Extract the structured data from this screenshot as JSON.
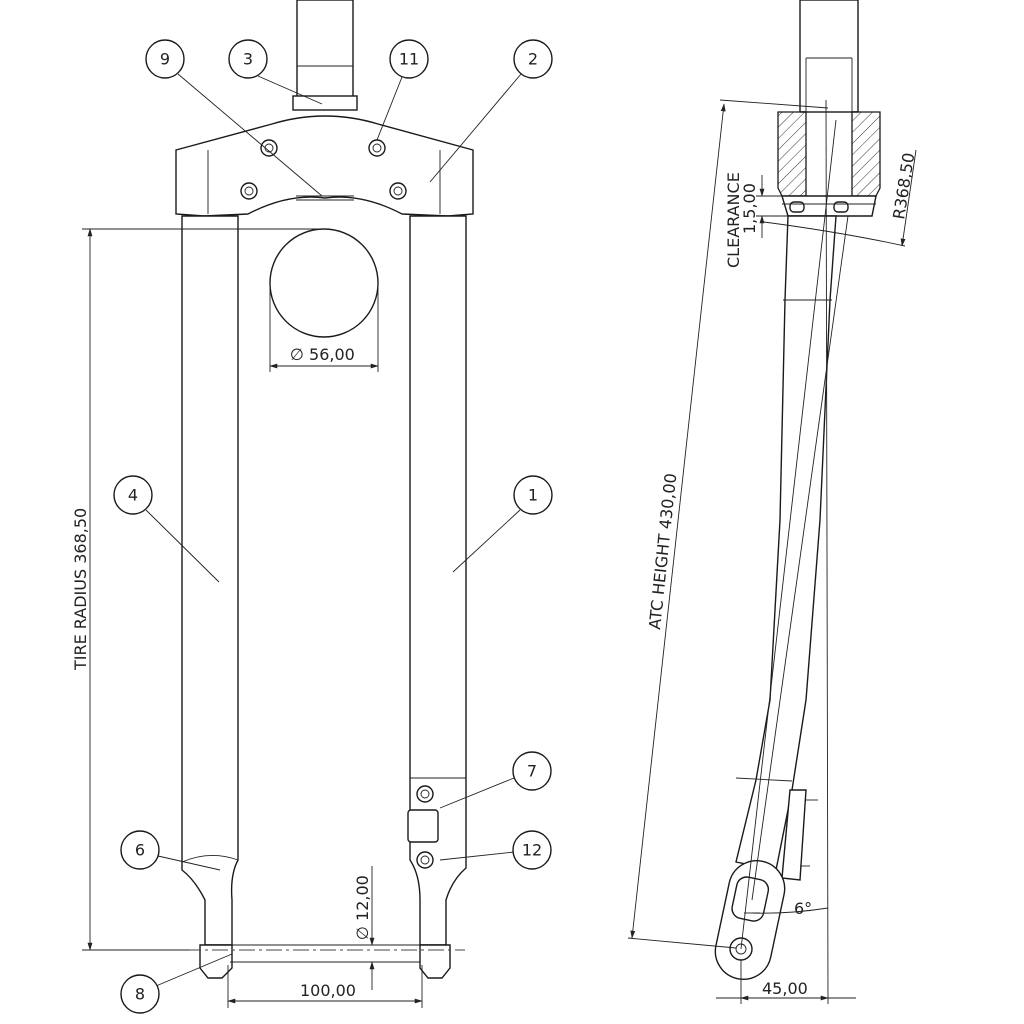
{
  "front_view": {
    "balloons": [
      {
        "id": "balloon-9",
        "label": "9"
      },
      {
        "id": "balloon-3",
        "label": "3"
      },
      {
        "id": "balloon-11",
        "label": "11"
      },
      {
        "id": "balloon-2",
        "label": "2"
      },
      {
        "id": "balloon-4",
        "label": "4"
      },
      {
        "id": "balloon-1",
        "label": "1"
      },
      {
        "id": "balloon-7",
        "label": "7"
      },
      {
        "id": "balloon-6",
        "label": "6"
      },
      {
        "id": "balloon-12",
        "label": "12"
      },
      {
        "id": "balloon-8",
        "label": "8"
      }
    ],
    "dimensions": {
      "steerer_diameter": "∅ 56,00",
      "tire_radius": "TIRE RADIUS  368,50",
      "axle_diameter": "∅ 12,00",
      "hub_spacing": "100,00"
    }
  },
  "side_view": {
    "dimensions": {
      "clearance_label": "CLEARANCE",
      "clearance_value": "1,5,00",
      "radius": "R368,50",
      "atc_height": "ATC HEIGHT  430,00",
      "angle": "6°",
      "offset": "45,00"
    }
  }
}
